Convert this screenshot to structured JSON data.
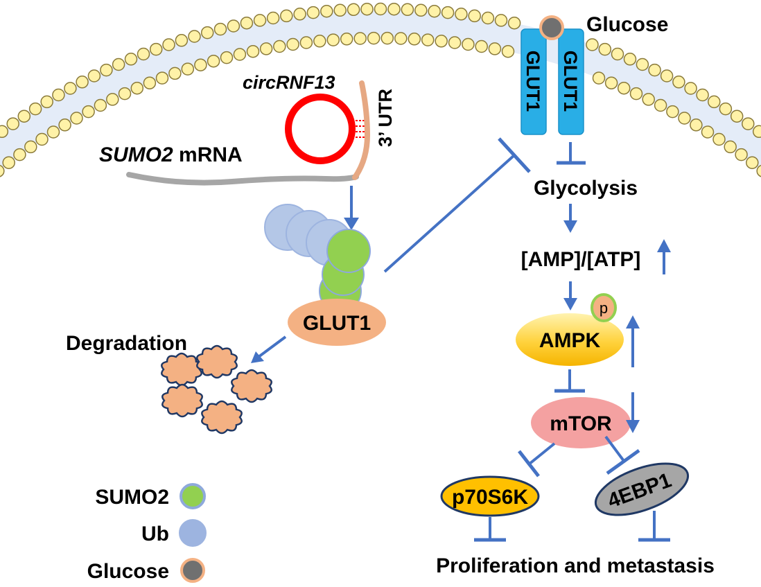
{
  "labels": {
    "glucose_top": "Glucose",
    "glut1_transporter": "GLUT1",
    "circ_name": "circRNF13",
    "utr": "3’ UTR",
    "sumo2_gene": "SUMO2",
    "mrna": " mRNA",
    "glycolysis": "Glycolysis",
    "amp_atp": "[AMP]/[ATP]",
    "phospho": "p",
    "ampk": "AMPK",
    "glut1_protein": "GLUT1",
    "degradation": "Degradation",
    "mtor": "mTOR",
    "p70s6k": "p70S6K",
    "ebp1": "4EBP1",
    "outcome": "Proliferation and metastasis"
  },
  "legend": [
    {
      "label": "SUMO2",
      "fill": "#92d050",
      "stroke": "#8ea9db"
    },
    {
      "label": "Ub",
      "fill": "#9db4e0",
      "stroke": "#9db4e0"
    },
    {
      "label": "Glucose",
      "fill": "#707070",
      "stroke": "#f4b183"
    }
  ],
  "colors": {
    "arrow": "#4472c4",
    "membrane_head": "#fff2a8",
    "membrane_band": "#e4ecf8",
    "glut1_transporter": "#29aee6",
    "circ_rna": "#ff0000",
    "utr": "#e6a883",
    "mrna": "#a6a6a6",
    "sumo2": "#92d050",
    "ubiquitin": "#b4c7e7",
    "glut1_protein": "#f4b183",
    "ampk": "#ffc000",
    "mtor": "#f4a1a1",
    "p70s6k": "#ffc000",
    "ebp1": "#a6a6a6"
  }
}
